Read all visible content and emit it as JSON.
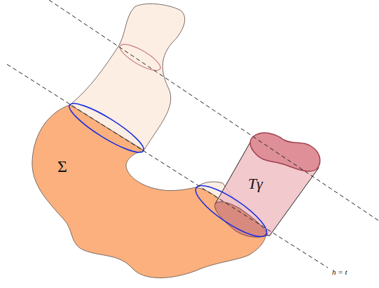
{
  "diagram": {
    "labels": [
      "Σ",
      "Tγ",
      "h = t"
    ]
  }
}
